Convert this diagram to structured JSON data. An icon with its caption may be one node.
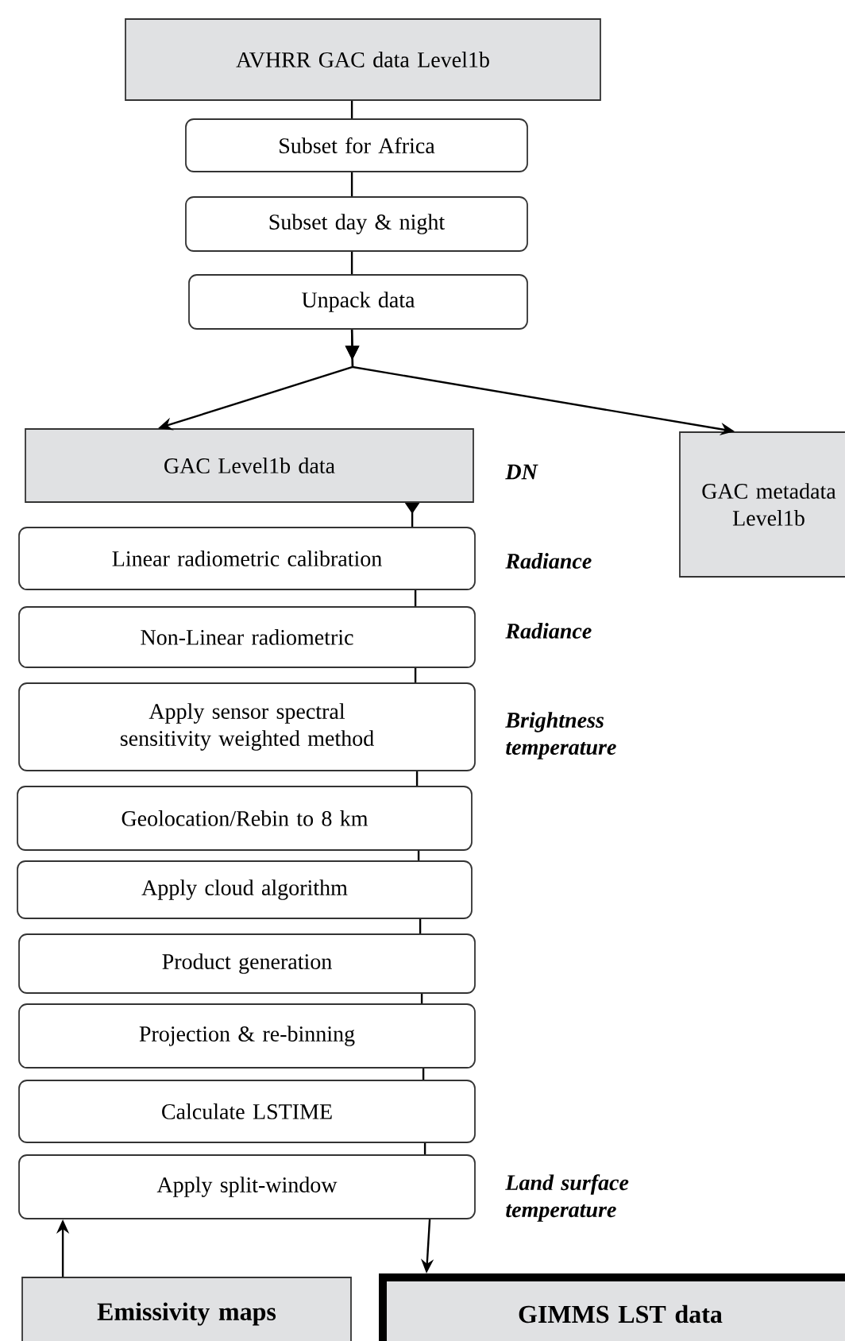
{
  "diagram": {
    "nodes": [
      {
        "text": [
          "AVHRR GAC data Level1b"
        ]
      },
      {
        "text": [
          "Subset for Africa"
        ]
      },
      {
        "text": [
          "Subset day & night"
        ]
      },
      {
        "text": [
          "Unpack data"
        ]
      },
      {
        "text": [
          "GAC Level1b data"
        ],
        "beside": [
          "DN"
        ]
      },
      {
        "text": [
          "GAC metadata Level1b"
        ]
      },
      {
        "text": [
          "Linear radiometric calibration"
        ],
        "beside": [
          "Radiance"
        ]
      },
      {
        "text": [
          "Non-Linear radiometric"
        ],
        "beside": [
          "Radiance"
        ]
      },
      {
        "text": [
          "Apply sensor spectral sensitivity weighted method"
        ],
        "beside": [
          "Brightness temperature"
        ]
      },
      {
        "text": [
          "Geolocation/Rebin to 8 km"
        ]
      },
      {
        "text": [
          "Apply cloud algorithm"
        ]
      },
      {
        "text": [
          "Product generation"
        ]
      },
      {
        "text": [
          "Projection & re-binning"
        ]
      },
      {
        "text": [
          "Calculate LSTIME"
        ]
      },
      {
        "text": [
          "Apply split-window"
        ],
        "beside": [
          "Land surface temperature"
        ]
      },
      {
        "text": [
          "Emissivity maps"
        ]
      },
      {
        "text": [
          "GIMMS LST data"
        ]
      }
    ],
    "edges": [
      {
        "from": 0,
        "to": 1,
        "arrow": "none"
      },
      {
        "from": 1,
        "to": 2,
        "arrow": "none"
      },
      {
        "from": 2,
        "to": 3,
        "arrow": "none"
      },
      {
        "from": 3,
        "to": 4,
        "arrow": "to"
      },
      {
        "from": 3,
        "to": 5,
        "arrow": "to"
      },
      {
        "from": 4,
        "to": 6,
        "arrow": "to"
      },
      {
        "from": 6,
        "to": 7,
        "arrow": "none"
      },
      {
        "from": 7,
        "to": 8,
        "arrow": "none"
      },
      {
        "from": 8,
        "to": 9,
        "arrow": "none"
      },
      {
        "from": 9,
        "to": 10,
        "arrow": "none"
      },
      {
        "from": 10,
        "to": 11,
        "arrow": "none"
      },
      {
        "from": 11,
        "to": 12,
        "arrow": "none"
      },
      {
        "from": 12,
        "to": 13,
        "arrow": "none"
      },
      {
        "from": 13,
        "to": 14,
        "arrow": "none"
      },
      {
        "from": 14,
        "to": 16,
        "arrow": "to"
      },
      {
        "from": 15,
        "to": 14,
        "arrow": "to"
      }
    ]
  }
}
